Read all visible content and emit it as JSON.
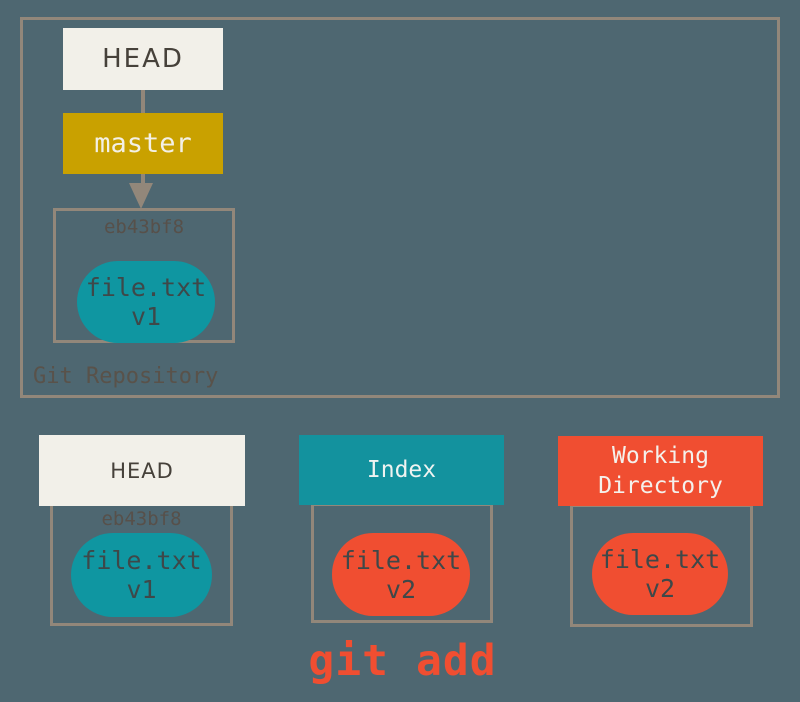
{
  "colors": {
    "background": "#4E6771",
    "line_border": "#92877A",
    "offwhite_box": "#F2F0E9",
    "branch_gold": "#C9A100",
    "teal": "#0F96A1",
    "header_teal": "#13929E",
    "orange": "#F04E31",
    "dark_text": "#46413A",
    "oval_text": "#3E4849",
    "hash_text": "#57504A",
    "repo_label_text": "#59524A"
  },
  "repository": {
    "label": "Git Repository",
    "head_ref": "HEAD",
    "branch": "master",
    "commit": {
      "hash": "eb43bf8",
      "file_name": "file.txt",
      "file_version": "v1"
    }
  },
  "bottom_row": {
    "head_column": {
      "title": "HEAD",
      "hash": "eb43bf8",
      "file_name": "file.txt",
      "file_version": "v1"
    },
    "index_column": {
      "title": "Index",
      "file_name": "file.txt",
      "file_version": "v2"
    },
    "working_column": {
      "title": "Working Directory",
      "file_name": "file.txt",
      "file_version": "v2"
    }
  },
  "command": {
    "label": "git add"
  }
}
